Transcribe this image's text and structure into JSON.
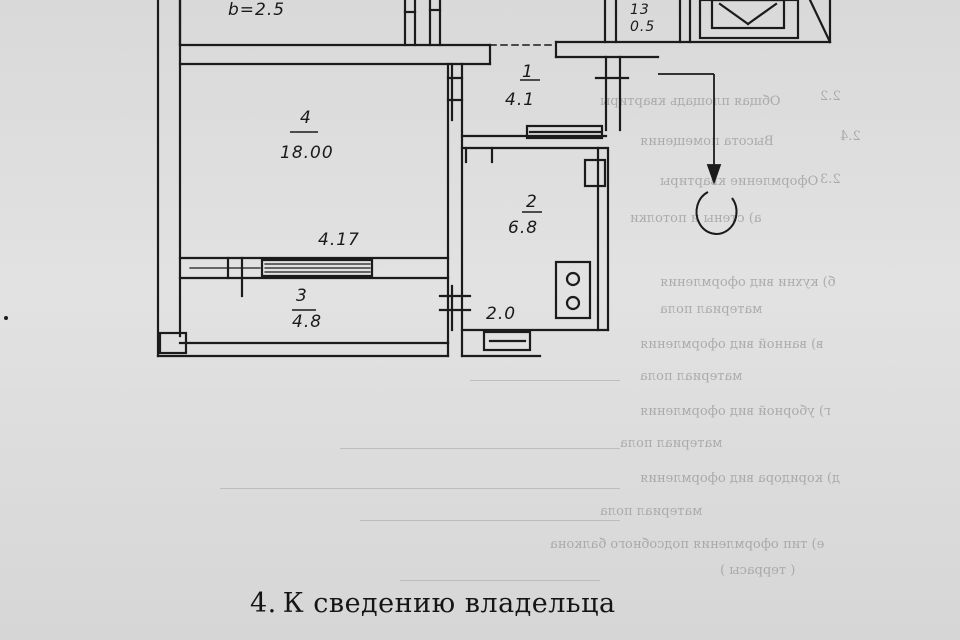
{
  "plan": {
    "rooms": [
      {
        "id": "top-left",
        "number": "",
        "area": "b=2.5"
      },
      {
        "id": "room-13",
        "number": "13",
        "area": "0.5"
      },
      {
        "id": "room-1",
        "number": "1",
        "area": "4.1"
      },
      {
        "id": "room-4",
        "number": "4",
        "area": "18.00"
      },
      {
        "id": "room-2",
        "number": "2",
        "area": "6.8"
      },
      {
        "id": "room-3",
        "number": "3",
        "area": "4.8"
      }
    ],
    "dimensions": [
      "4.17",
      "2.0"
    ]
  },
  "background_text": [
    "Общая площадь квартиры",
    "Высота помещения",
    "Оформление квартиры",
    "а) стены и потолки",
    "б) кухни вид оформления",
    "материал пола",
    "в) ванной вид оформления",
    "материал пола",
    "г) уборной вид оформления",
    "материал пола",
    "д) коридора вид оформления",
    "материал пола",
    "е) тип оформления подсобного балкона",
    "( террасы )"
  ],
  "background_numbers": [
    "2.2",
    "2.4",
    "2.3"
  ],
  "heading": {
    "number": "4.",
    "text": "К сведению владельца"
  }
}
